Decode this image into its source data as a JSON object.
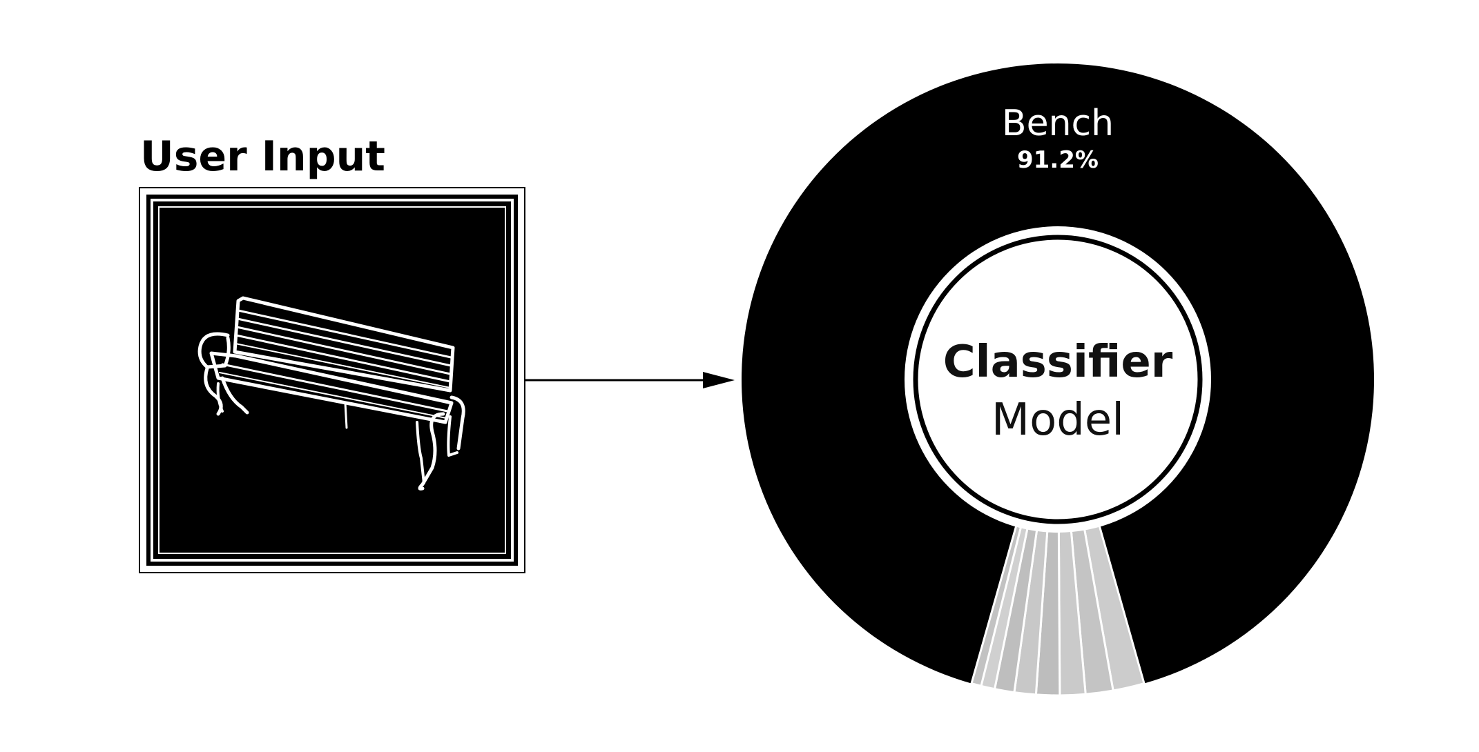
{
  "input_panel": {
    "title": "User Input",
    "image_icon": "park-bench-icon"
  },
  "arrow_icon": "arrow-right-icon",
  "model": {
    "title": "Classifier",
    "subtitle": "Model"
  },
  "chart_data": {
    "type": "pie",
    "style": "donut",
    "series": [
      {
        "name": "Bench",
        "value": 91.2,
        "value_label": "91.2%",
        "color": "#000000"
      },
      {
        "name": "",
        "value": 1.6,
        "color": "#cccccc"
      },
      {
        "name": "",
        "value": 1.4,
        "color": "#c4c4c4"
      },
      {
        "name": "",
        "value": 1.3,
        "color": "#cacaca"
      },
      {
        "name": "",
        "value": 1.2,
        "color": "#bdbdbd"
      },
      {
        "name": "",
        "value": 1.1,
        "color": "#c8c8c8"
      },
      {
        "name": "",
        "value": 1.0,
        "color": "#bebebe"
      },
      {
        "name": "",
        "value": 0.7,
        "color": "#d0d0d0"
      },
      {
        "name": "",
        "value": 0.5,
        "color": "#c2c2c2"
      }
    ],
    "colors": {
      "dominant": "#000000",
      "minor": "#c6c6c6",
      "separator": "#ffffff"
    }
  }
}
